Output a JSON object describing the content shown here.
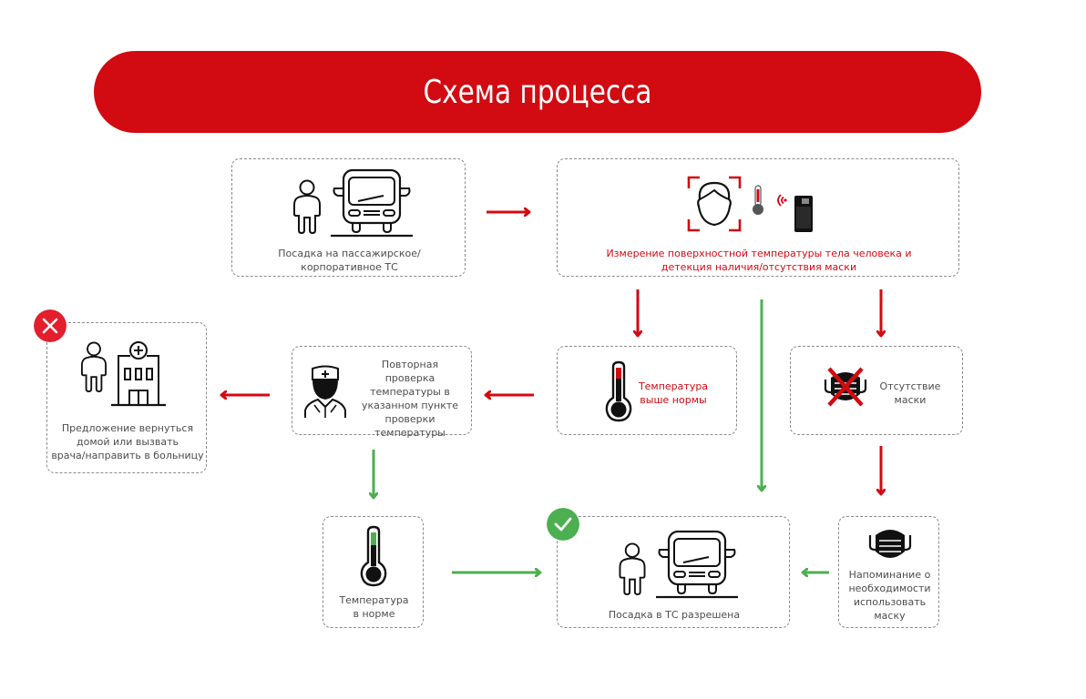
{
  "title": "Схема процесса",
  "colors": {
    "brand_red": "#d20a11",
    "accept_green": "#4caf50",
    "text_gray": "#4d4d4d",
    "border_gray": "#8a8a8a"
  },
  "steps": {
    "boarding": {
      "lines": [
        "Посадка на пассажирское/",
        "корпоративное ТС"
      ],
      "icons": [
        "person-icon",
        "bus-icon"
      ]
    },
    "measurement": {
      "lines": [
        "Измерение поверхностной температуры тела человека и",
        "детекция наличия/отсутствия маски"
      ],
      "icons": [
        "face-scan-icon",
        "thermometer-icon",
        "wireless-signal-icon",
        "terminal-device-icon"
      ]
    },
    "temp_high": {
      "lines": [
        "Температура",
        "выше нормы"
      ],
      "icons": [
        "thermometer-high-icon"
      ]
    },
    "no_mask": {
      "lines": [
        "Отсутствие",
        "маски"
      ],
      "icons": [
        "crossed-mask-icon"
      ]
    },
    "recheck": {
      "lines": [
        "Повторная проверка",
        "температуры в",
        "указанном пункте",
        "проверки",
        "температуры"
      ],
      "icons": [
        "doctor-icon"
      ]
    },
    "go_home": {
      "lines": [
        "Предложение вернуться",
        "домой или вызвать",
        "врача/направить в больницу"
      ],
      "icons": [
        "person-icon",
        "hospital-icon"
      ],
      "badge": "reject-x-icon"
    },
    "temp_normal": {
      "lines": [
        "Температура",
        "в норме"
      ],
      "icons": [
        "thermometer-normal-icon"
      ]
    },
    "boarding_allowed": {
      "lines": [
        "Посадка в ТС разрешена"
      ],
      "icons": [
        "person-icon",
        "bus-icon"
      ],
      "badge": "approve-check-icon"
    },
    "mask_reminder": {
      "lines": [
        "Напоминание о",
        "необходимости",
        "использовать",
        "маску"
      ],
      "icons": [
        "mask-icon"
      ]
    }
  },
  "flows": [
    {
      "from": "boarding",
      "to": "measurement",
      "color": "red"
    },
    {
      "from": "measurement",
      "to": "temp_high",
      "color": "red"
    },
    {
      "from": "measurement",
      "to": "no_mask",
      "color": "red"
    },
    {
      "from": "measurement",
      "to": "boarding_allowed",
      "color": "green"
    },
    {
      "from": "temp_high",
      "to": "recheck",
      "color": "red"
    },
    {
      "from": "recheck",
      "to": "go_home",
      "color": "red"
    },
    {
      "from": "recheck",
      "to": "temp_normal",
      "color": "green"
    },
    {
      "from": "temp_normal",
      "to": "boarding_allowed",
      "color": "green"
    },
    {
      "from": "no_mask",
      "to": "mask_reminder",
      "color": "red"
    },
    {
      "from": "mask_reminder",
      "to": "boarding_allowed",
      "color": "green"
    }
  ]
}
